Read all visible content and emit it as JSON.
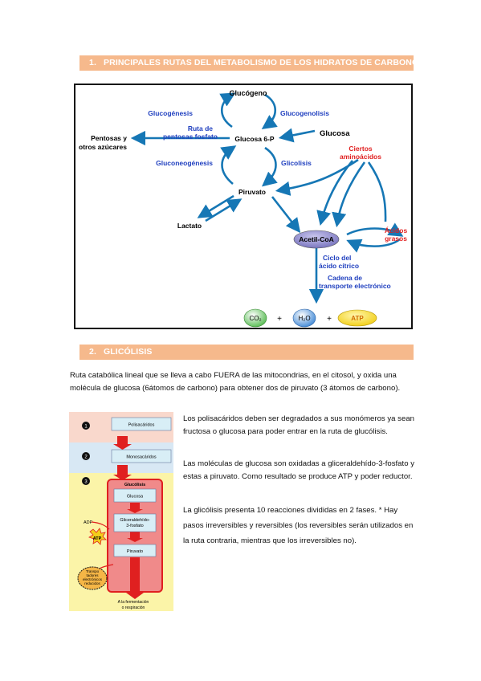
{
  "sections": [
    {
      "number": "1.",
      "title": "PRINCIPALES RUTAS DEL METABOLISMO DE LOS HIDRATOS DE CARBONO"
    },
    {
      "number": "2.",
      "title": "GLICÓLISIS"
    }
  ],
  "diagram1": {
    "nodes": {
      "glucogeno": "Glucógeno",
      "glucosa6p": "Glucosa 6-P",
      "glucosa": "Glucosa",
      "pentosas_line1": "Pentosas y",
      "pentosas_line2": "otros azúcares",
      "piruvato": "Piruvato",
      "lactato": "Lactato",
      "acetilcoa": "Acetil-CoA",
      "aminoacidos_line1": "Ciertos",
      "aminoacidos_line2": "aminoácidos",
      "acidos_line1": "Ácidos",
      "acidos_line2": "grasos",
      "ciclo_line1": "Ciclo del",
      "ciclo_line2": "ácido cítrico",
      "cadena_line1": "Cadena de",
      "cadena_line2": "transporte electrónico"
    },
    "pathways": {
      "glucogenesis": "Glucogénesis",
      "glucogenolisis": "Glucogenolisis",
      "pentosas_line1": "Ruta de",
      "pentosas_line2": "pentosas fosfato",
      "gluconeogenesis": "Gluconeogénesis",
      "glicolisis": "Glicolisis"
    },
    "products": {
      "co2": "CO₂",
      "h2o": "H₂O",
      "atp": "ATP",
      "plus": "+"
    },
    "colors": {
      "pathway": "#1f3fbf",
      "arrow": "#1677b5",
      "red": "#e02020",
      "acetil": "#8a86c8"
    }
  },
  "intro_text": "Ruta catabólica lineal que se lleva a cabo FUERA de las mitocondrias, en el citosol, y oxida una molécula de glucosa (6átomos de carbono) para obtener dos de piruvato (3 átomos de carbono).",
  "diagram2": {
    "steps": [
      "1",
      "2",
      "3"
    ],
    "boxes": {
      "polisacaridos": "Polisacáridos",
      "monosacaridos": "Monosacáridos",
      "glucolisis": "Glucólisis",
      "glucosa": "Glucosa",
      "gliceraldehido_line1": "Gliceraldehído-",
      "gliceraldehido_line2": "3-fosfato",
      "piruvato": "Piruvato"
    },
    "labels": {
      "adp": "ADP",
      "atp": "ATP",
      "transp_line1": "Transpo",
      "transp_line2": "tadores",
      "transp_line3": "electrónicos",
      "transp_line4": "reducidos",
      "fermentacion_line1": "A la fermentación",
      "fermentacion_line2": "o respiración"
    }
  },
  "right_text": {
    "p1": "Los polisacáridos deben ser degradados a sus monómeros ya sean fructosa o glucosa para poder entrar en la ruta de glucólisis.",
    "p2": "Las moléculas de glucosa son oxidadas a gliceraldehído-3-fosfato y estas a piruvato. Como resultado se produce ATP y poder reductor.",
    "p3": "La glicólisis presenta 10 reacciones divididas en 2 fases. * Hay pasos irreversibles y reversibles (los reversibles serán utilizados en la ruta contraria, mientras que los irreversibles no)."
  }
}
